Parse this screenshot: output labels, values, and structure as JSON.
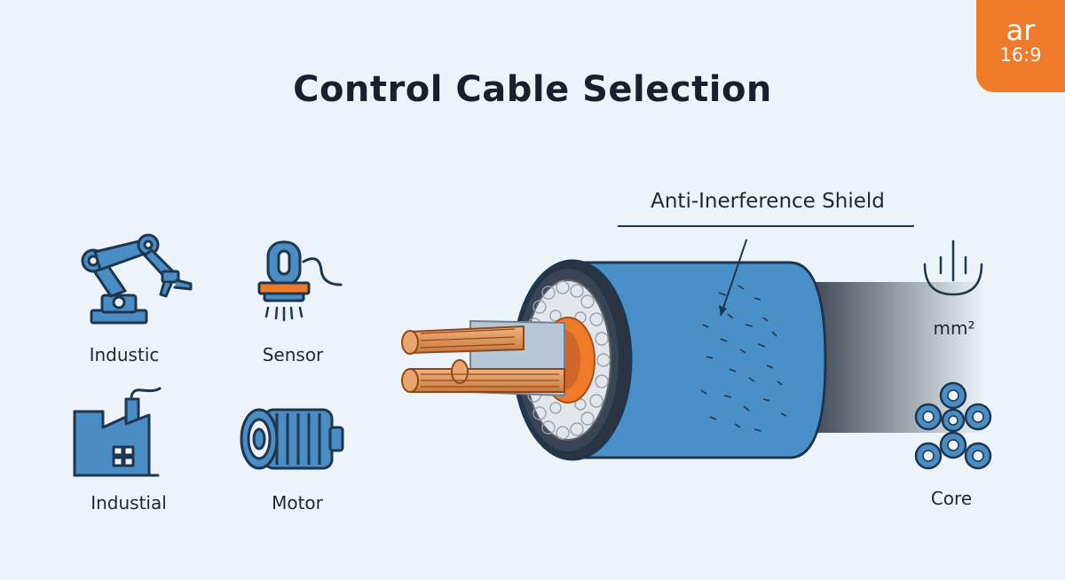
{
  "title": "Control Cable Selection",
  "badge": {
    "line1": "ar",
    "line2": "16:9"
  },
  "applications": {
    "industrial_robot": "Industic",
    "sensor": "Sensor",
    "factory": "Industial",
    "motor": "Motor"
  },
  "cable": {
    "shield_label": "Anti-Inerference Shield"
  },
  "specs": {
    "area_unit": "mm²",
    "core_label": "Core"
  },
  "colors": {
    "background": "#edf4f9",
    "accent_orange": "#ef7a2a",
    "icon_blue": "#4a8cc4",
    "icon_stroke": "#1f3650",
    "jacket_blue": "#4a90c8",
    "copper": "#d99056"
  }
}
